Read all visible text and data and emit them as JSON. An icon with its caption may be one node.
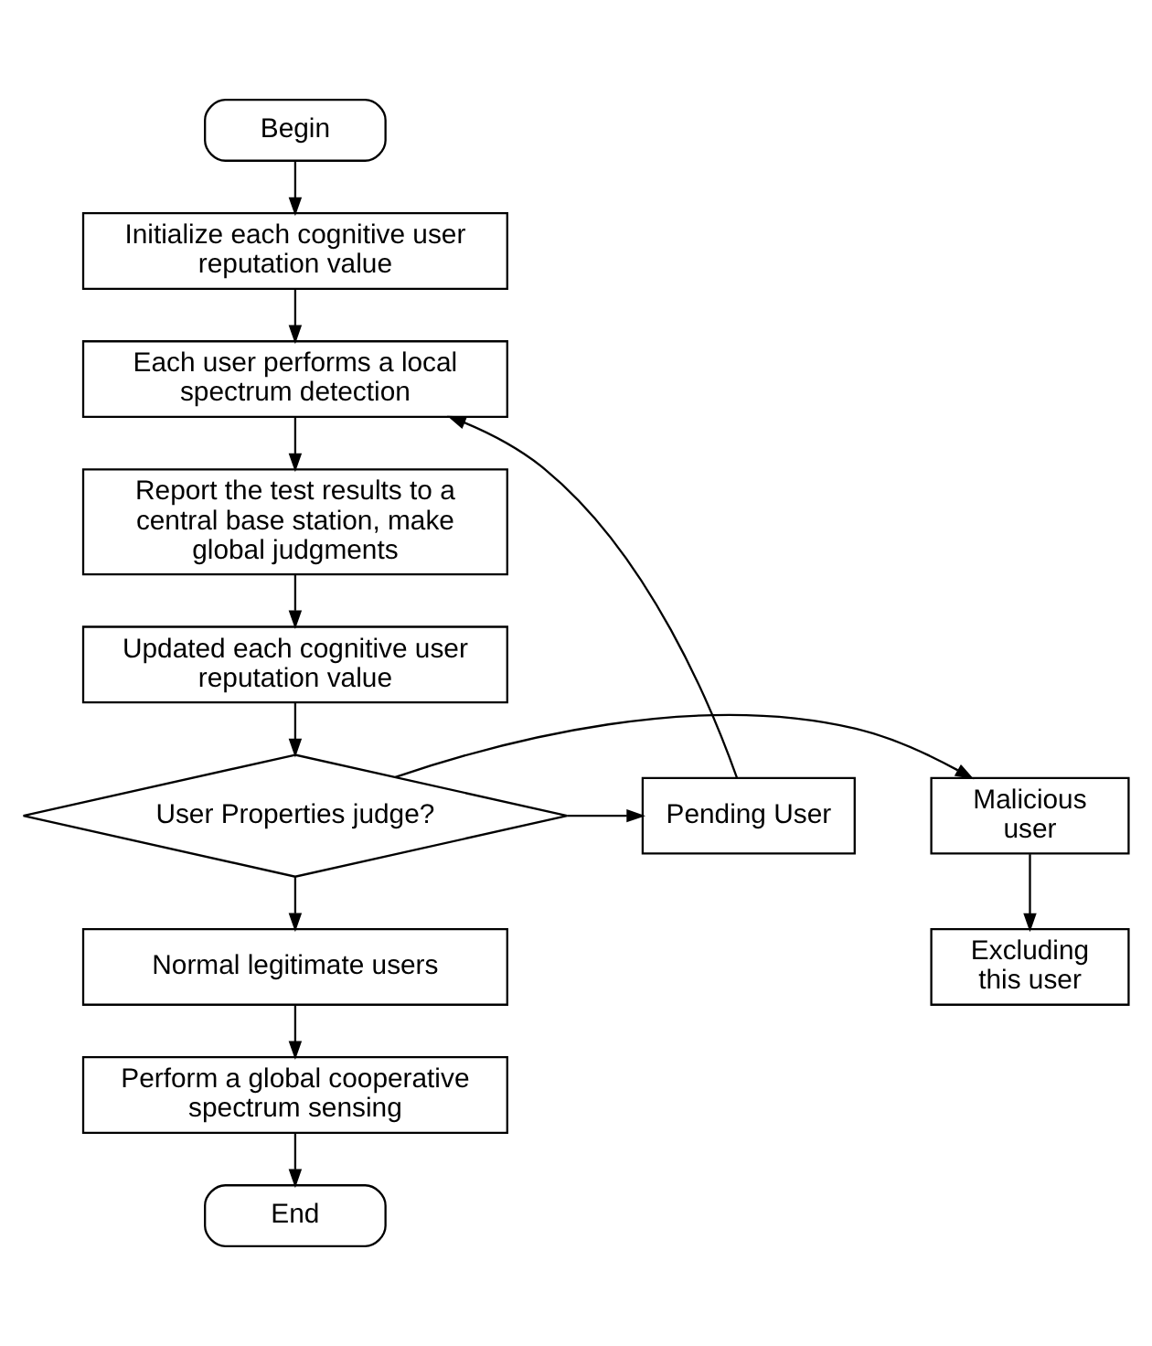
{
  "diagram": {
    "nodes": [
      {
        "text": [
          "Begin"
        ]
      },
      {
        "text": [
          "Initialize each cognitive user reputation value"
        ]
      },
      {
        "text": [
          "Each user performs a local spectrum detection"
        ]
      },
      {
        "text": [
          "Report the test results to a central base station, make global judgments"
        ]
      },
      {
        "text": [
          "Updated each cognitive user reputation value"
        ]
      },
      {
        "text": [
          "User Properties judge?"
        ]
      },
      {
        "text": [
          "Malicious user"
        ]
      },
      {
        "text": [
          "Pending User"
        ]
      },
      {
        "text": [
          "Excluding this user"
        ]
      },
      {
        "text": [
          "Normal legitimate users"
        ]
      },
      {
        "text": [
          "Perform a global cooperative spectrum sensing"
        ]
      },
      {
        "text": [
          "End"
        ]
      }
    ],
    "edges": [
      {
        "from": 0,
        "to": 1,
        "arrow": "to"
      },
      {
        "from": 1,
        "to": 2,
        "arrow": "to"
      },
      {
        "from": 2,
        "to": 3,
        "arrow": "to"
      },
      {
        "from": 3,
        "to": 4,
        "arrow": "to"
      },
      {
        "from": 4,
        "to": 5,
        "arrow": "to"
      },
      {
        "from": 5,
        "to": 6,
        "arrow": "to"
      },
      {
        "from": 5,
        "to": 7,
        "arrow": "to"
      },
      {
        "from": 7,
        "to": 2,
        "arrow": "to"
      },
      {
        "from": 6,
        "to": 8,
        "arrow": "to"
      },
      {
        "from": 5,
        "to": 9,
        "arrow": "to"
      },
      {
        "from": 9,
        "to": 10,
        "arrow": "to"
      },
      {
        "from": 10,
        "to": 11,
        "arrow": "to"
      }
    ]
  }
}
